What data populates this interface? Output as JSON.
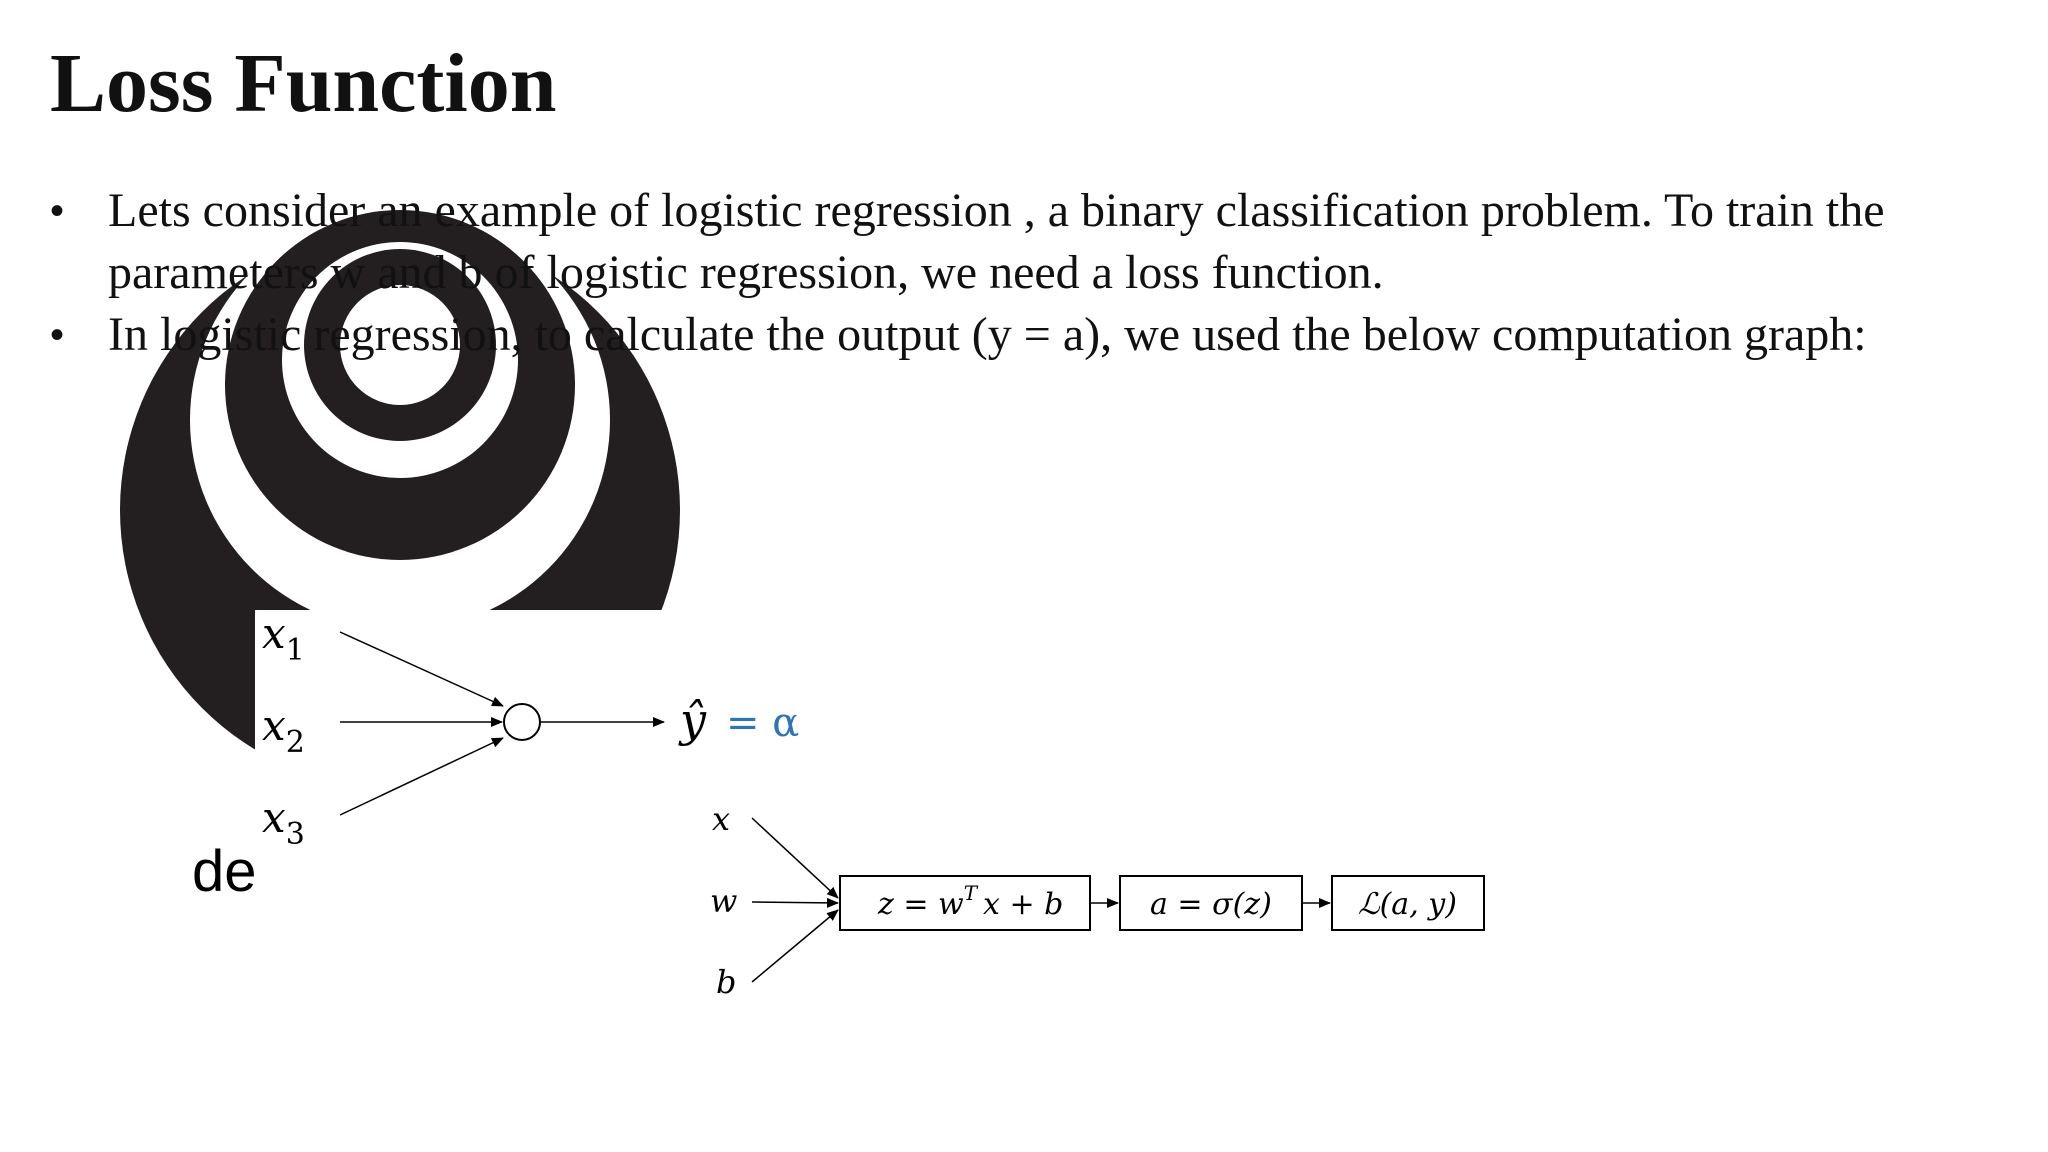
{
  "slide": {
    "title": "Loss Function",
    "bullets": [
      "Lets consider an example of logistic regression , a binary classification problem. To train the parameters w and b of logistic regression, we need a loss function.",
      "In logistic regression, to calculate the output (y = a), we used the below computation graph:"
    ],
    "bullet_marker": "•",
    "fragment_text": "de"
  },
  "neuron_diagram": {
    "inputs": [
      "x",
      "x",
      "x"
    ],
    "input_subscripts": [
      "1",
      "2",
      "3"
    ],
    "output_lhs": "ŷ",
    "output_rhs": "= α",
    "output_color": "#2e75b6"
  },
  "computation_graph": {
    "inputs": [
      "x",
      "w",
      "b"
    ],
    "nodes": [
      "z = w",
      "a = σ(z)",
      "ℒ(a, y)"
    ],
    "node1_tail": "x + b",
    "node1_sup": "T"
  }
}
